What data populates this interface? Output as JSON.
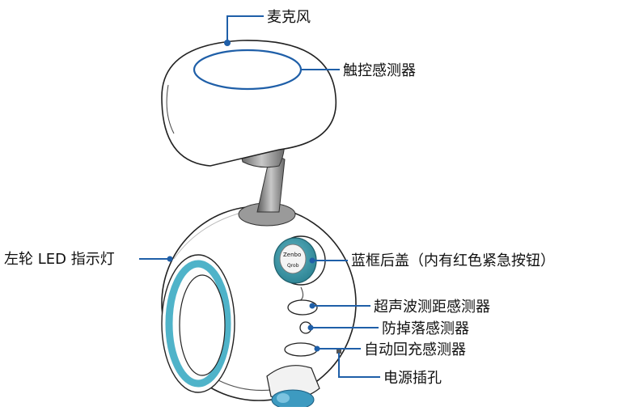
{
  "labels": {
    "microphone": "麦克风",
    "touch_sensor": "触控感测器",
    "left_led": "左轮 LED 指示灯",
    "blue_cover": "蓝框后盖（内有红色紧急按钮）",
    "ultrasonic_sensor": "超声波测距感测器",
    "anti_fall_sensor": "防掉落感测器",
    "auto_charge_sensor": "自动回充感测器",
    "power_jack": "电源插孔"
  },
  "logo_text": [
    "Zenbo",
    "Qrob"
  ],
  "colors": {
    "leader_line": "#1f5fa8",
    "led_ring": "#4fb3c9",
    "cover_teal": "#3d97a6",
    "outline": "#222222",
    "shade_gray": "#8a8a8a"
  }
}
